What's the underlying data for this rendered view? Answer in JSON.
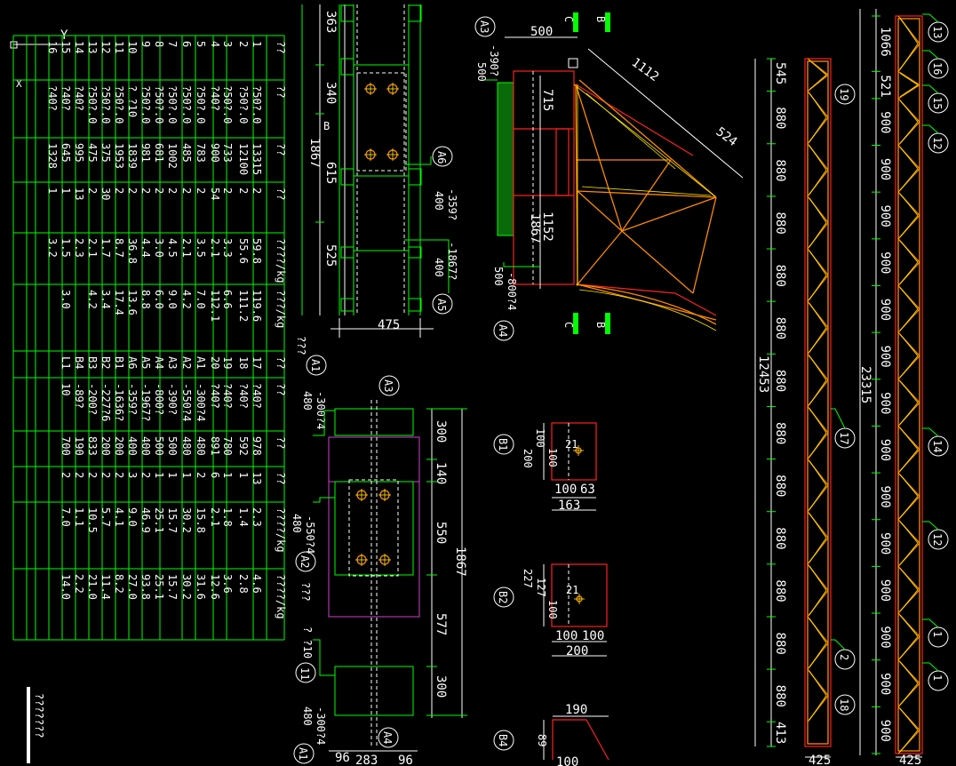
{
  "table": {
    "header": [
      "??",
      "??",
      "??",
      "??",
      "????/kg",
      "???/kg",
      "??",
      "??",
      "??",
      "??",
      "????/kg",
      "????/kg"
    ],
    "rows": [
      [
        "1",
        "?50?.0",
        "13315",
        "2",
        "59.8",
        "119.6",
        "17",
        "?40?",
        "978",
        "13",
        "2.3",
        "4.6"
      ],
      [
        "2",
        "?50?.0",
        "12100",
        "2",
        "55.6",
        "111.2",
        "18",
        "?40?",
        "592",
        "1",
        "1.4",
        "2.8"
      ],
      [
        "3",
        "?50?.0",
        "733",
        "2",
        "3.3",
        "6.6",
        "19",
        "?40?",
        "780",
        "1",
        "1.8",
        "3.6"
      ],
      [
        "4",
        "?40?",
        "900",
        "54",
        "2.1",
        "112.1",
        "20",
        "?40?",
        "891",
        "6",
        "2.1",
        "12.6"
      ],
      [
        "5",
        "?50?.0",
        "783",
        "2",
        "3.5",
        "7.0",
        "A1",
        "-300?4",
        "480",
        "2",
        "15.8",
        "31.6"
      ],
      [
        "6",
        "?50?.0",
        "485",
        "2",
        "2.1",
        "4.2",
        "A2",
        "-550?4",
        "480",
        "1",
        "30.2",
        "30.2"
      ],
      [
        "7",
        "?50?.0",
        "1002",
        "2",
        "4.5",
        "9.0",
        "A3",
        "-390?",
        "500",
        "1",
        "15.7",
        "15.7"
      ],
      [
        "8",
        "?50?.0",
        "681",
        "2",
        "3.0",
        "6.0",
        "A4",
        "-800?",
        "500",
        "1",
        "25.1",
        "25.1"
      ],
      [
        "9",
        "?50?.0",
        "981",
        "2",
        "4.4",
        "8.8",
        "A5",
        "-1967?",
        "400",
        "2",
        "46.9",
        "93.8"
      ],
      [
        "10",
        "? ?10",
        "1839",
        "2",
        "36.8",
        "13.6",
        "A6",
        "-359?",
        "400",
        "3",
        "9.0",
        "27.0"
      ],
      [
        "11",
        "?50?.0",
        "1953",
        "2",
        "8.7",
        "17.4",
        "B1",
        "-1636?",
        "200",
        "2",
        "4.1",
        "8.2"
      ],
      [
        "12",
        "?50?.0",
        "375",
        "30",
        "1.7",
        "3.4",
        "B2",
        "-227?6",
        "200",
        "2",
        "5.7",
        "11.4"
      ],
      [
        "13",
        "?50?.0",
        "475",
        "2",
        "2.1",
        "4.2",
        "B3",
        "-200?",
        "833",
        "2",
        "10.5",
        "21.0"
      ],
      [
        "14",
        "?40?",
        "995",
        "13",
        "2.3",
        "",
        "B4",
        "-89?",
        "190",
        "2",
        "1.1",
        "2.2"
      ],
      [
        "15",
        "?40?",
        "645",
        "1",
        "1.5",
        "3.0",
        "L1",
        "10",
        "700",
        "2",
        "7.0",
        "14.0"
      ],
      [
        "16",
        "?40?",
        "1328",
        "1",
        "3.2",
        "",
        "",
        "",
        "",
        "",
        "",
        ""
      ]
    ],
    "note": "???????"
  },
  "ucs": {
    "y_label": "Y",
    "x_label": "X"
  },
  "plan_a6": {
    "dims": [
      "363",
      "340",
      "615",
      "525"
    ],
    "overall": "1867",
    "width": "475",
    "tag_a6": "A6",
    "a6_spec": "-359?",
    "a6_len": "400",
    "tag_a5": "A5",
    "a5_spec": "-1867?",
    "a5_len": "400",
    "tag_b": "B"
  },
  "plan_a1": {
    "dims": [
      "300",
      "140",
      "550",
      "577",
      "300"
    ],
    "overall": "1867",
    "bottom": [
      "96",
      "283",
      "96"
    ],
    "a1_spec": "-300?4",
    "a1_len": "480",
    "a2_spec": "-550?4",
    "a2_len": "480",
    "tags": [
      "A1",
      "A3",
      "A2",
      "11",
      "A4",
      "A1"
    ],
    "label_q": "???",
    "label_i10": "? ?10",
    "label_q2": "???"
  },
  "corner": {
    "a3_spec": "-390?",
    "a3_len": "500",
    "a4_spec": "-800?4",
    "a4_len": "500",
    "dims": [
      "500",
      "1112",
      "524",
      "715",
      "1152",
      "1867"
    ],
    "sec_c": "C",
    "sec_b": "B",
    "tag_a3": "A3",
    "tag_a4": "A4"
  },
  "plates": [
    {
      "tag": "B1",
      "v": [
        "100",
        "100",
        "200"
      ],
      "h": [
        "100",
        "63",
        "163"
      ],
      "hole": "21"
    },
    {
      "tag": "B2",
      "v": [
        "127",
        "100",
        "227"
      ],
      "h": [
        "100",
        "100",
        "200"
      ],
      "hole": "21"
    },
    {
      "tag": "B4",
      "v": [
        "89"
      ],
      "h": [
        "190",
        "100"
      ]
    }
  ],
  "truss_left": {
    "top": "545",
    "panels": [
      "880",
      "880",
      "880",
      "880",
      "880",
      "880",
      "880",
      "880",
      "880",
      "880",
      "880",
      "880"
    ],
    "bottom": "413",
    "overall": "12453",
    "width": "425",
    "tags": [
      "19",
      "17",
      "2",
      "18"
    ]
  },
  "truss_right": {
    "top": [
      "1066",
      "521"
    ],
    "panels": [
      "900",
      "900",
      "900",
      "900",
      "900",
      "900",
      "900",
      "900",
      "900",
      "900",
      "900",
      "900",
      "900",
      "900"
    ],
    "overall": "23315",
    "width": "425",
    "tags": [
      "13",
      "16",
      "15",
      "12",
      "14",
      "12",
      "1",
      "1"
    ]
  },
  "colors": {
    "green": "#00ff00",
    "red": "#ff2020",
    "orange": "#ff8a00",
    "yellow": "#ffee00",
    "white": "#ffffff",
    "magenta": "#d040d0"
  }
}
